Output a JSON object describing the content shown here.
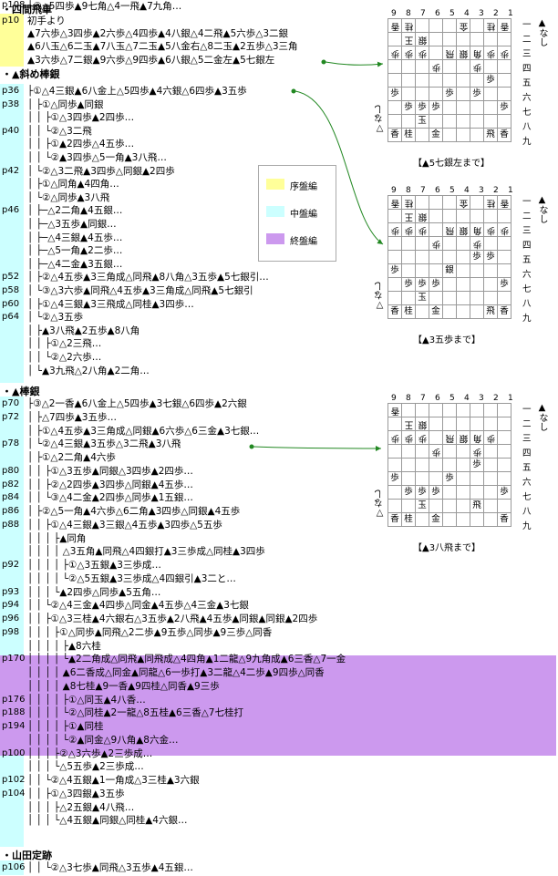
{
  "colors": {
    "opening": "#ffff99",
    "middle": "#ccffff",
    "end": "#cc99ee",
    "arrow": "#228822"
  },
  "legend": [
    {
      "label": "序盤編",
      "color": "#ffff99"
    },
    {
      "label": "中盤編",
      "color": "#ccffff"
    },
    {
      "label": "終盤編",
      "color": "#cc99ee"
    }
  ],
  "sections": [
    {
      "title": "・四間飛車"
    },
    {
      "title": "・▲斜め棒銀"
    },
    {
      "title": "・▲棒銀"
    },
    {
      "title": "・山田定跡"
    }
  ],
  "lines": [
    {
      "page": "p10",
      "text": "初手より"
    },
    {
      "page": "",
      "text": "▲7六歩△3四歩▲2六歩△4四歩▲4八銀△4二飛▲5六歩△3二銀"
    },
    {
      "page": "",
      "text": "▲6八玉△6二玉▲7八玉△7二玉▲5八金右△8二玉▲2五歩△3三角"
    },
    {
      "page": "",
      "text": "▲3六歩△7二銀▲9六歩△9四歩▲6八銀△5二金左▲5七銀左"
    },
    {
      "page": "p36",
      "text": "├①△4三銀▲6八金上△5四歩▲4六銀△6四歩▲3五歩"
    },
    {
      "page": "p38",
      "text": "│ ├①△同歩▲同銀"
    },
    {
      "page": "",
      "text": "│ │ ├①△3四歩▲2四歩…"
    },
    {
      "page": "p40",
      "text": "│ │ └②△3二飛"
    },
    {
      "page": "",
      "text": "│ │   ├①▲2四歩△4五歩…"
    },
    {
      "page": "",
      "text": "│ │   └②▲3四歩△5一角▲3八飛…"
    },
    {
      "page": "p42",
      "text": "│ └②△3二飛▲3四歩△同銀▲2四歩"
    },
    {
      "page": "",
      "text": "│   ├①△同角▲4四角…"
    },
    {
      "page": "",
      "text": "│   └②△同歩▲3八飛"
    },
    {
      "page": "p46",
      "text": "│     ├─△2二角▲4五銀…"
    },
    {
      "page": "",
      "text": "│     ├─△3五歩▲同銀…"
    },
    {
      "page": "",
      "text": "│     ├─△4三銀▲4五歩…"
    },
    {
      "page": "",
      "text": "│     ├─△5一角▲2二歩…"
    },
    {
      "page": "",
      "text": "│     ├─△4二金▲3五銀…"
    },
    {
      "page": "p52",
      "text": "│     ├②△4五歩▲3三角成△同飛▲8八角△3五歩▲5七銀引…"
    },
    {
      "page": "p58",
      "text": "│     └③△3六歩▲同飛△4五歩▲3三角成△同飛▲5七銀引"
    },
    {
      "page": "p60",
      "text": "│       ├①△4三銀▲3三飛成△同桂▲3四歩…"
    },
    {
      "page": "p64",
      "text": "│       └②△3五歩"
    },
    {
      "page": "",
      "text": "│         ├▲3八飛▲2五歩▲8八角"
    },
    {
      "page": "",
      "text": "│         │ ├①△2三飛…"
    },
    {
      "page": "",
      "text": "│         │ └②△2六歩…"
    },
    {
      "page": "",
      "text": "│         └▲3九飛△2八角▲2二角…"
    },
    {
      "page": "p70",
      "text": "├③△2一香▲6八金上△5四歩▲3七銀△6四歩▲2六銀"
    },
    {
      "page": "p72",
      "text": "│ ├△7四歩▲3五歩…"
    },
    {
      "page": "",
      "text": "│ ├①△4五歩▲3三角成△同銀▲6六歩△6三金▲3七銀…"
    },
    {
      "page": "p78",
      "text": "│ └②△4三銀▲3五歩△3二飛▲3八飛"
    },
    {
      "page": "",
      "text": "│   ├①△2二角▲4六歩"
    },
    {
      "page": "p80",
      "text": "│   │ ├①△3五歩▲同銀△3四歩▲2四歩…"
    },
    {
      "page": "p82",
      "text": "│   │ ├②△2四歩▲3四歩△同銀▲4五歩…"
    },
    {
      "page": "p84",
      "text": "│   │ └③△4二金▲2四歩△同歩▲1五銀…"
    },
    {
      "page": "p86",
      "text": "│   ├②△5一角▲4六歩△6二角▲3四歩△同銀▲4五歩"
    },
    {
      "page": "p88",
      "text": "│   │ ├①△4三銀▲3三銀△4五歩▲3四歩△5五歩"
    },
    {
      "page": "",
      "text": "│   │ │ ├▲同角"
    },
    {
      "page": "",
      "text": "│   │ │ │ △3五角▲同飛△4四銀打▲3三歩成△同桂▲3四歩"
    },
    {
      "page": "p92",
      "text": "│   │ │ │ ├①△3五銀▲3三歩成…"
    },
    {
      "page": "",
      "text": "│   │ │ │ └②△5五銀▲3三歩成△4四銀引▲3二と…"
    },
    {
      "page": "p93",
      "text": "│   │ │ └▲2四歩△同歩▲5五角…"
    },
    {
      "page": "p94",
      "text": "│   │ └②△4三金▲4四歩△同金▲4五歩△4三金▲3七銀"
    },
    {
      "page": "p96",
      "text": "│   │   ├①△3三桂▲4六銀右△3五歩▲2八飛▲4五歩▲同銀▲同銀▲2四歩"
    },
    {
      "page": "p98",
      "text": "│   │   │ ├①△同歩▲同飛△2二歩▲9五歩△同歩▲9三歩△同香"
    },
    {
      "page": "",
      "text": "│   │   │ │ ├▲8六桂"
    },
    {
      "page": "p170",
      "text": "│   │   │ │ └▲2二角成△同飛▲同飛成△4四角▲1二龍△9九角成▲6三香△7一金"
    },
    {
      "page": "",
      "text": "│   │   │ │   ▲6二香成△同金▲同龍△6一歩打▲3二龍△4二歩▲9四歩△同香"
    },
    {
      "page": "",
      "text": "│   │   │ │   ▲8七桂▲9一香▲9四桂△同香▲9三歩"
    },
    {
      "page": "p176",
      "text": "│   │   │ │   ├①△同玉▲4八香…"
    },
    {
      "page": "p188",
      "text": "│   │   │ │   └②△同桂▲2一龍△8五桂▲6三香△7七桂打"
    },
    {
      "page": "p194",
      "text": "│   │   │ │     ├①▲同桂"
    },
    {
      "page": "",
      "text": "│   │   │ │     └②▲同金△9八角▲8六金…"
    },
    {
      "page": "p100",
      "text": "│   │   │ ├②△3六歩▲2三歩成…"
    },
    {
      "page": "",
      "text": "│   │   │ └△5五歩▲2三歩成…"
    },
    {
      "page": "p102",
      "text": "│   │   └②△4五銀▲1一角成△3三桂▲3六銀"
    },
    {
      "page": "p104",
      "text": "│   │     ├①△3四銀▲3五歩"
    },
    {
      "page": "",
      "text": "│   │     │ ├△2五銀▲4八飛…"
    },
    {
      "page": "",
      "text": "│   │     │ └△4五銀▲同銀△同桂▲4六銀…"
    },
    {
      "page": "p106",
      "text": "│   │     └②△3七歩▲同飛△3五歩▲4五銀…"
    },
    {
      "page": "p108",
      "text": "└③△5四歩▲9七角△4一飛▲7九角…"
    }
  ],
  "boards": [
    {
      "caption": "【▲5七銀左まで】",
      "files": [
        "9",
        "8",
        "7",
        "6",
        "5",
        "4",
        "3",
        "2",
        "1"
      ],
      "ranks": [
        "一",
        "二",
        "三",
        "四",
        "五",
        "六",
        "七",
        "八",
        "九"
      ],
      "opp_hand": "▲なし",
      "own_hand": "▽なし",
      "cells": [
        "香",
        "桂",
        "",
        "",
        "",
        "金",
        "",
        "桂",
        "香",
        "",
        "王",
        "銀",
        "",
        "",
        "",
        "",
        "",
        "",
        "歩",
        "歩",
        "歩",
        "",
        "飛",
        "銀",
        "角",
        "歩",
        "歩",
        "",
        "",
        "",
        "歩",
        "",
        "",
        "歩",
        "",
        "",
        "",
        "",
        "",
        "",
        "",
        "",
        "",
        "歩",
        "",
        "歩",
        "",
        "",
        "",
        "歩",
        "",
        "歩",
        "",
        "",
        "",
        "歩",
        "歩",
        "歩",
        "",
        "",
        "",
        "",
        "歩",
        "",
        "",
        "玉",
        "",
        "",
        "",
        "",
        "",
        "",
        "香",
        "桂",
        "",
        "金",
        "",
        "",
        "",
        "飛",
        "香"
      ]
    },
    {
      "caption": "【▲3五歩まで】",
      "files": [
        "9",
        "8",
        "7",
        "6",
        "5",
        "4",
        "3",
        "2",
        "1"
      ],
      "ranks": [
        "一",
        "二",
        "三",
        "四",
        "五",
        "六",
        "七",
        "八",
        "九"
      ],
      "opp_hand": "▲なし",
      "own_hand": "▽なし",
      "cells": [
        "香",
        "桂",
        "",
        "",
        "",
        "金",
        "",
        "桂",
        "香",
        "",
        "王",
        "銀",
        "",
        "",
        "",
        "",
        "",
        "",
        "歩",
        "歩",
        "歩",
        "",
        "飛",
        "銀",
        "角",
        "歩",
        "歩",
        "",
        "",
        "",
        "歩",
        "",
        "",
        "歩",
        "",
        "",
        "",
        "",
        "",
        "",
        "",
        "",
        "歩",
        "歩",
        "",
        "歩",
        "",
        "",
        "",
        "銀",
        "",
        "",
        "",
        "",
        "",
        "歩",
        "歩",
        "歩",
        "",
        "",
        "",
        "",
        "歩",
        "",
        "",
        "玉",
        "",
        "",
        "",
        "",
        "",
        "",
        "香",
        "桂",
        "",
        "金",
        "",
        "",
        "",
        "飛",
        "香"
      ]
    },
    {
      "caption": "【▲3八飛まで】",
      "files": [
        "9",
        "8",
        "7",
        "6",
        "5",
        "4",
        "3",
        "2",
        "1"
      ],
      "ranks": [
        "一",
        "二",
        "三",
        "四",
        "五",
        "六",
        "七",
        "八",
        "九"
      ],
      "opp_hand": "▲なし",
      "own_hand": "▽なし",
      "cells": [
        "香",
        "",
        "",
        "",
        "",
        "",
        "",
        "",
        "",
        "",
        "王",
        "銀",
        "",
        "",
        "",
        "",
        "",
        "",
        "歩",
        "歩",
        "歩",
        "",
        "飛",
        "銀",
        "角",
        "歩",
        "",
        "",
        "",
        "",
        "歩",
        "",
        "",
        "歩",
        "",
        "",
        "",
        "",
        "",
        "",
        "",
        "",
        "歩",
        "",
        "",
        "歩",
        "",
        "",
        "",
        "歩",
        "",
        "",
        "",
        "",
        "",
        "歩",
        "歩",
        "歩",
        "",
        "",
        "",
        "",
        "歩",
        "",
        "",
        "玉",
        "",
        "",
        "",
        "飛",
        "",
        "",
        "香",
        "桂",
        "",
        "金",
        "",
        "",
        "",
        "",
        "香"
      ]
    }
  ]
}
